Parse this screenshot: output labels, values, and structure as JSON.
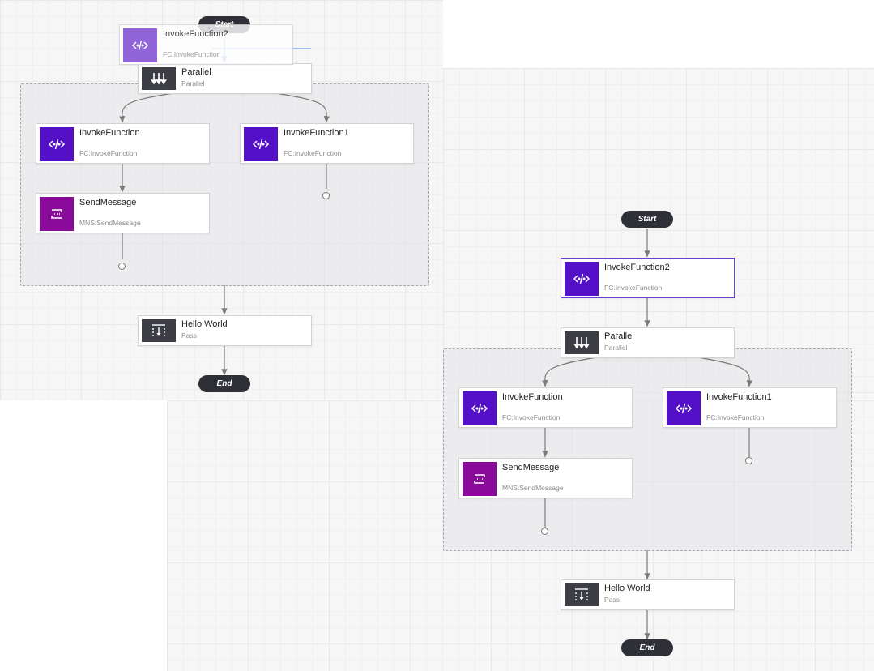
{
  "start_label": "Start",
  "end_label": "End",
  "nodes": {
    "invoke_function2": {
      "title": "InvokeFunction2",
      "sub": "FC:InvokeFunction",
      "icon": "fc-function-icon"
    },
    "parallel": {
      "title": "Parallel",
      "sub": "Parallel",
      "icon": "parallel-icon"
    },
    "invoke_function": {
      "title": "InvokeFunction",
      "sub": "FC:InvokeFunction",
      "icon": "fc-function-icon"
    },
    "invoke_function1": {
      "title": "InvokeFunction1",
      "sub": "FC:InvokeFunction",
      "icon": "fc-function-icon"
    },
    "send_message": {
      "title": "SendMessage",
      "sub": "MNS:SendMessage",
      "icon": "mns-message-icon"
    },
    "hello_world": {
      "title": "Hello World",
      "sub": "Pass",
      "icon": "pass-icon"
    }
  },
  "colors": {
    "fc_icon": "#5410c6",
    "mns_icon": "#8a0b9a",
    "dark_icon": "#3d3e45",
    "pill": "#2f3037",
    "selected_border": "#6b3dd6",
    "drag_line": "#6f9be8"
  }
}
